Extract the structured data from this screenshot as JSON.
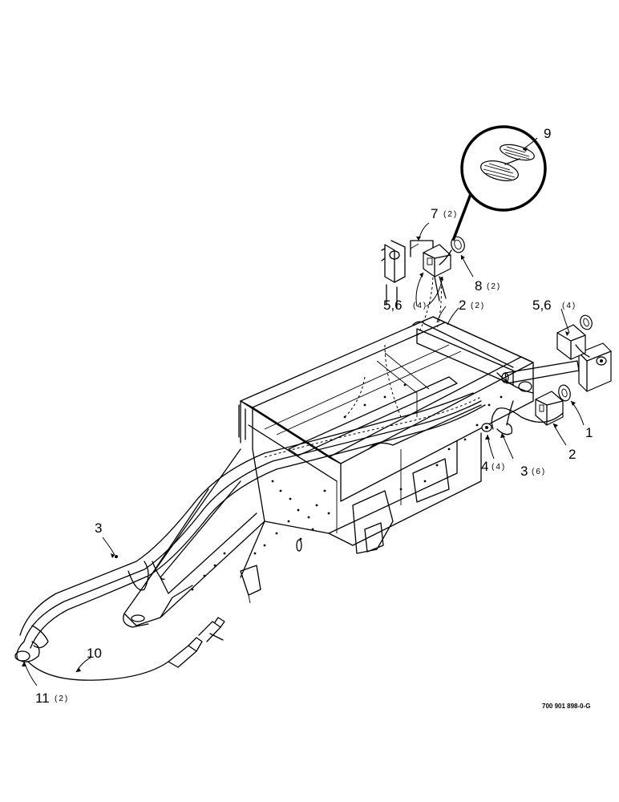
{
  "figure": {
    "part_number": "700 901 898-0-G"
  },
  "callouts": {
    "c1": {
      "num": "1",
      "qty": ""
    },
    "c2_right": {
      "num": "2",
      "qty": ""
    },
    "c2_top": {
      "num": "2",
      "qty": "(2)"
    },
    "c3_left": {
      "num": "3",
      "qty": ""
    },
    "c3_right": {
      "num": "3",
      "qty": "(6)"
    },
    "c4": {
      "num": "4",
      "qty": "(4)"
    },
    "c56_left": {
      "num": "5,6",
      "qty": "(4)"
    },
    "c56_right": {
      "num": "5,6",
      "qty": "(4)"
    },
    "c7": {
      "num": "7",
      "qty": "(2)"
    },
    "c8": {
      "num": "8",
      "qty": "(2)"
    },
    "c9": {
      "num": "9",
      "qty": ""
    },
    "c10": {
      "num": "10",
      "qty": ""
    },
    "c11": {
      "num": "11",
      "qty": "(2)"
    }
  }
}
